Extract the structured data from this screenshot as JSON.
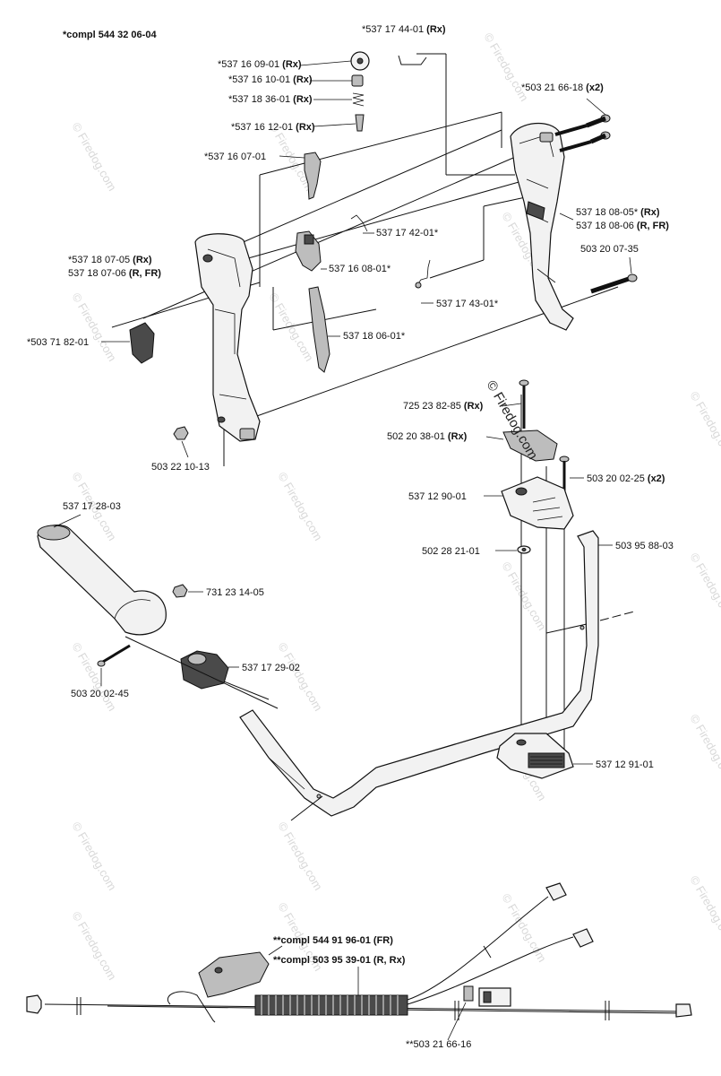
{
  "watermark": {
    "text": "© Firedog.com",
    "center_text": "© Firedog.com"
  },
  "parts": {
    "compl_top": "*compl 544 32 06-04",
    "p_537_17_44_01": "*537 17 44-01 (Rx)",
    "p_537_16_09_01": "*537 16 09-01 (Rx)",
    "p_537_16_10_01": "*537 16 10-01 (Rx)",
    "p_537_18_36_01": "*537 18 36-01 (Rx)",
    "p_537_16_12_01": "*537 16 12-01 (Rx)",
    "p_503_21_66_18": "*503 21 66-18 (x2)",
    "p_537_16_07_01": "*537 16 07-01",
    "p_537_18_08_05": "537 18 08-05* (Rx)",
    "p_537_18_08_06": "537 18 08-06 (R, FR)",
    "p_537_17_42_01": "537 17 42-01*",
    "p_537_18_07_05": "*537 18 07-05 (Rx)",
    "p_537_18_07_06": "537 18 07-06 (R, FR)",
    "p_537_16_08_01": "537 16 08-01*",
    "p_503_20_07_35": "503 20 07-35",
    "p_537_17_43_01": "537 17 43-01*",
    "p_503_71_82_01": "*503 71 82-01",
    "p_537_18_06_01": "537 18 06-01*",
    "p_725_23_82_85": "725 23 82-85 (Rx)",
    "p_502_20_38_01": "502 20 38-01 (Rx)",
    "p_503_22_10_13": "503 22 10-13",
    "p_503_20_02_25": "503 20 02-25 (x2)",
    "p_537_12_90_01": "537 12 90-01",
    "p_537_17_28_03": "537 17 28-03",
    "p_502_28_21_01": "502 28 21-01",
    "p_503_95_88_03": "503 95 88-03",
    "p_731_23_14_05": "731 23 14-05",
    "p_537_17_29_02": "537 17 29-02",
    "p_503_20_02_45": "503 20 02-45",
    "p_537_12_91_01": "537 12 91-01",
    "compl_fr": "**compl 544 91 96-01 (FR)",
    "compl_r_rx": "**compl 503 95 39-01 (R, Rx)",
    "p_503_21_66_16": "**503 21 66-16"
  }
}
